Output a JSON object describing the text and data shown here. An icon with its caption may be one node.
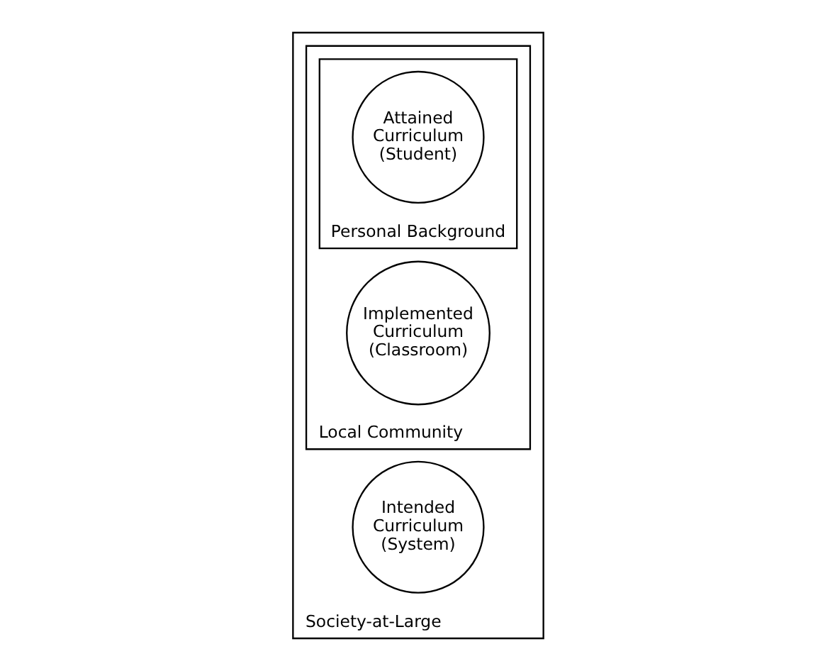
{
  "diagram": {
    "nodes": [
      {
        "text": [
          "Society-at-Large"
        ]
      },
      {
        "text": [
          "Local Community"
        ],
        "in": 0
      },
      {
        "text": [
          "Personal Background"
        ],
        "in": 1
      },
      {
        "text": [
          "Attained Curriculum (Student)"
        ],
        "in": 2
      },
      {
        "text": [
          "Implemented Curriculum (Classroom)"
        ],
        "in": 1
      },
      {
        "text": [
          "Intended Curriculum (System)"
        ],
        "in": 0
      }
    ]
  }
}
